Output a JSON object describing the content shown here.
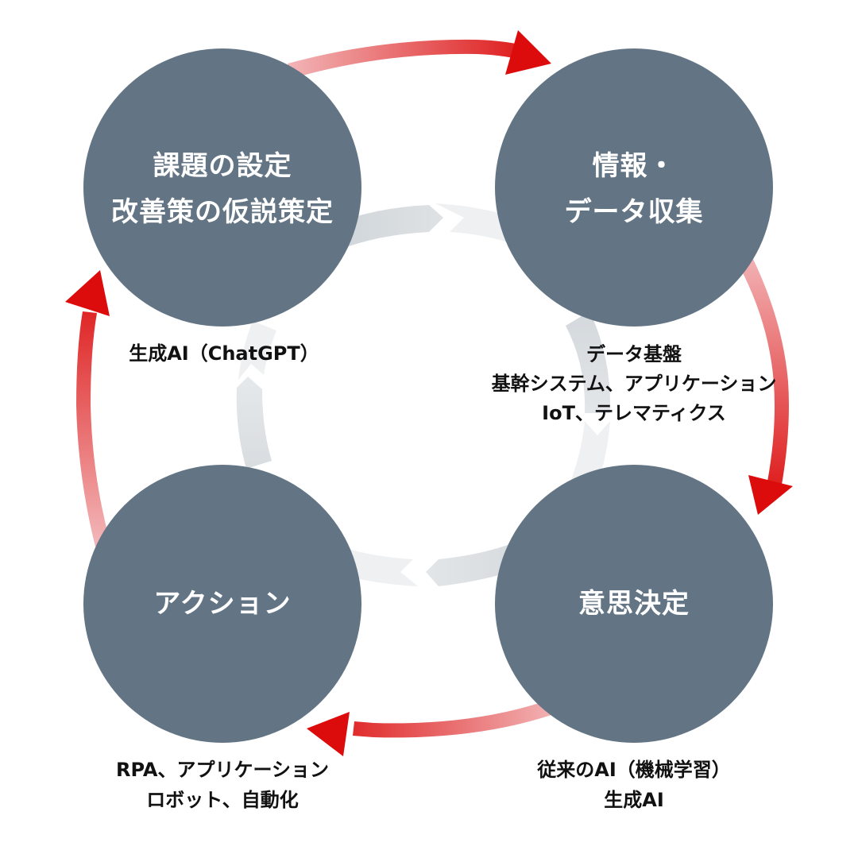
{
  "title": "業務改善サイクル",
  "colors": {
    "node_fill": "#637584",
    "arrow_red": "#dc0c0c",
    "arrow_red_light": "#f2b4b6",
    "inner_ring_dark": "#d4d8dc",
    "inner_ring_light": "#eef0f2",
    "node_text": "#ffffff",
    "tool_text": "#111111"
  },
  "nodes": [
    {
      "id": "issue-setting",
      "lines": [
        "課題の設定",
        "改善策の仮説策定"
      ]
    },
    {
      "id": "data-collection",
      "lines": [
        "情報・",
        "データ収集"
      ]
    },
    {
      "id": "decision-making",
      "lines": [
        "意思決定"
      ]
    },
    {
      "id": "action",
      "lines": [
        "アクション"
      ]
    }
  ],
  "tools": [
    {
      "id": "tools-issue-setting",
      "lines": [
        "生成AI（ChatGPT）"
      ]
    },
    {
      "id": "tools-data-collection",
      "lines": [
        "データ基盤",
        "基幹システム、アプリケーション",
        "IoT、テレマティクス"
      ]
    },
    {
      "id": "tools-decision-making",
      "lines": [
        "従来のAI（機械学習）",
        "生成AI"
      ]
    },
    {
      "id": "tools-action",
      "lines": [
        "RPA、アプリケーション",
        "ロボット、自動化"
      ]
    }
  ],
  "flow": [
    {
      "from": "課題の設定",
      "to": "情報・データ収集",
      "icon": "arrow-right-icon"
    },
    {
      "from": "情報・データ収集",
      "to": "意思決定",
      "icon": "arrow-down-icon"
    },
    {
      "from": "意思決定",
      "to": "アクション",
      "icon": "arrow-left-icon"
    },
    {
      "from": "アクション",
      "to": "課題の設定",
      "icon": "arrow-up-icon"
    }
  ]
}
